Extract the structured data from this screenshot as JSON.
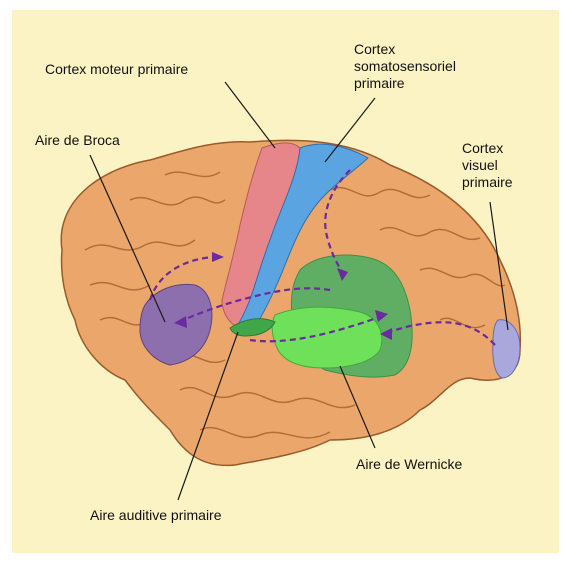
{
  "colors": {
    "background": "#fbf3c3",
    "cortex": "#eba76b",
    "cortex_shadow": "#c97f45",
    "motor": "#e6868a",
    "somatosensory": "#5aa4e2",
    "broca": "#8e6fae",
    "wernicke_bright": "#6fe05a",
    "wernicke_dark": "#5fae63",
    "auditory": "#3fa64a",
    "visual": "#a9a7dc",
    "pathway": "#6a2aa0"
  },
  "labels": {
    "motor_cortex": [
      "Cortex moteur primaire"
    ],
    "somatosensory_cortex": [
      "Cortex",
      "somatosensoriel",
      "primaire"
    ],
    "broca": [
      "Aire de Broca"
    ],
    "visual_cortex": [
      "Cortex",
      "visuel",
      "primaire"
    ],
    "wernicke": [
      "Aire de Wernicke"
    ],
    "auditory": [
      "Aire auditive primaire"
    ]
  }
}
